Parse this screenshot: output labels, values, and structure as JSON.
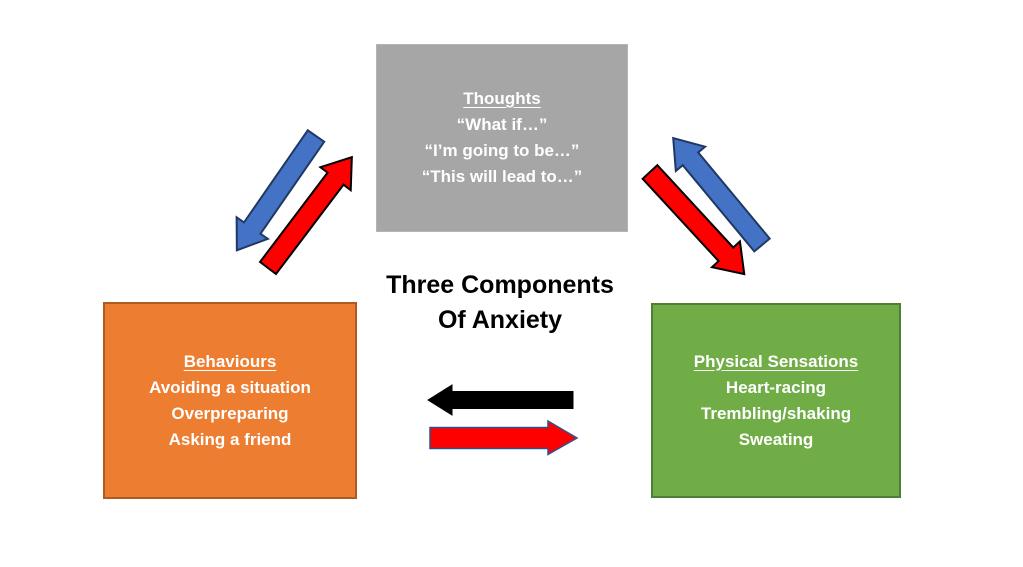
{
  "diagram_title": {
    "line1": "Three Components",
    "line2": "Of Anxiety"
  },
  "boxes": {
    "thoughts": {
      "heading": "Thoughts",
      "items": [
        "“What if…”",
        "“I’m going to be…”",
        "“This will lead to…”"
      ],
      "fill_color": "#A6A6A6",
      "text_color": "#FFFFFF"
    },
    "behaviours": {
      "heading": "Behaviours",
      "items": [
        "Avoiding a situation",
        "Overpreparing",
        "Asking a friend"
      ],
      "fill_color": "#ED7D31",
      "border_color": "#AE5A21",
      "text_color": "#FFFFFF"
    },
    "physical_sensations": {
      "heading": "Physical Sensations",
      "items": [
        "Heart-racing",
        "Trembling/shaking",
        "Sweating"
      ],
      "fill_color": "#70AD47",
      "border_color": "#507E32",
      "text_color": "#FFFFFF"
    }
  },
  "arrows": {
    "blue_fill": "#4472C4",
    "blue_stroke": "#1F3864",
    "red_fill": "#FF0000",
    "red_diagonal_stroke": "#000000",
    "red_bottom_stroke": "#2F528F",
    "black_fill": "#000000",
    "black_stroke": "#000000"
  }
}
